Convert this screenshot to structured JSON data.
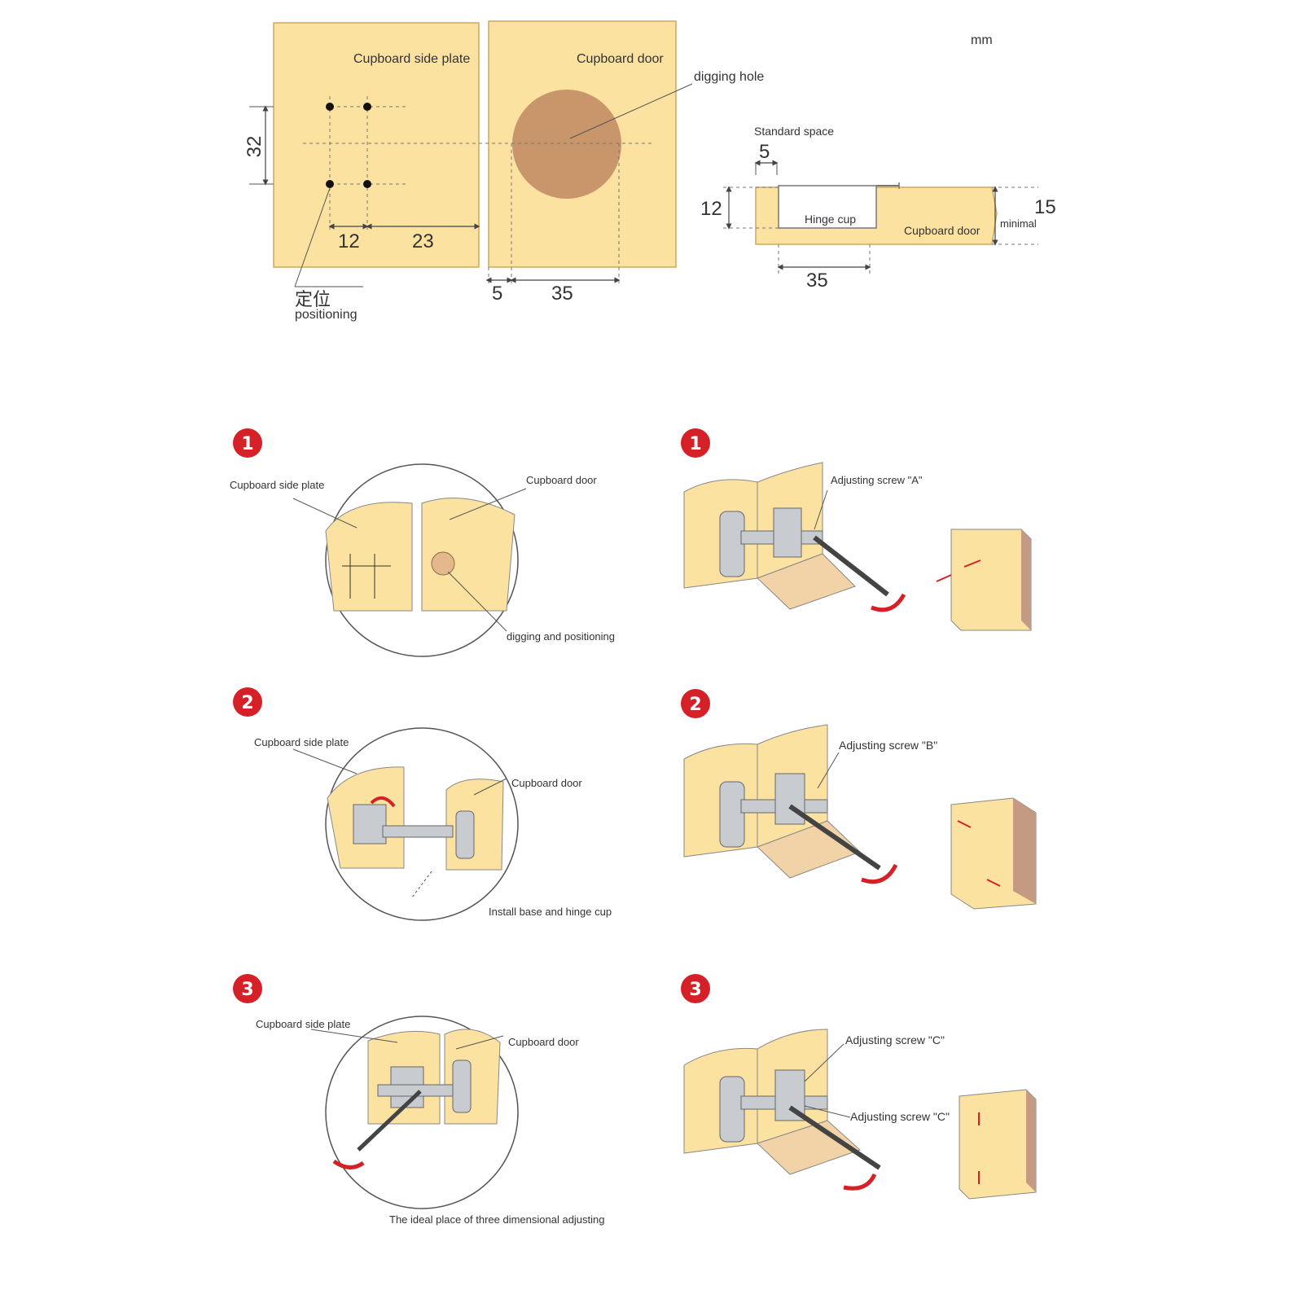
{
  "unit": "mm",
  "top_diagram": {
    "side_plate_label": "Cupboard side plate",
    "door_label": "Cupboard door",
    "digging_hole_label": "digging hole",
    "dim_32": "32",
    "dim_12": "12",
    "dim_23": "23",
    "dim_5": "5",
    "dim_35": "35",
    "positioning_cn": "定位",
    "positioning_en": "positioning"
  },
  "section_diagram": {
    "standard_space_label": "Standard space",
    "dim_5": "5",
    "dim_12": "12",
    "dim_15": "15",
    "minimal_label": "minimal",
    "hinge_cup_label": "Hinge cup",
    "door_label": "Cupboard door",
    "dim_35": "35"
  },
  "steps_left": [
    {
      "number": "1",
      "side_plate_label": "Cupboard side plate",
      "door_label": "Cupboard door",
      "caption": "digging and positioning"
    },
    {
      "number": "2",
      "side_plate_label": "Cupboard side plate",
      "door_label": "Cupboard door",
      "caption": "Install base and hinge cup"
    },
    {
      "number": "3",
      "side_plate_label": "Cupboard side plate",
      "door_label": "Cupboard door",
      "caption": "The ideal place of three dimensional adjusting"
    }
  ],
  "steps_right": [
    {
      "number": "1",
      "screw_label": "Adjusting screw \"A\""
    },
    {
      "number": "2",
      "screw_label": "Adjusting screw \"B\""
    },
    {
      "number": "3",
      "screw_label_1": "Adjusting screw \"C\"",
      "screw_label_2": "Adjusting screw \"C\""
    }
  ],
  "colors": {
    "wood": "#fbe2a0",
    "wood_edge": "#d9b46a",
    "hole": "#c9956a",
    "metal": "#c8ccd0",
    "accent_red": "#d52027",
    "line": "#555555"
  }
}
